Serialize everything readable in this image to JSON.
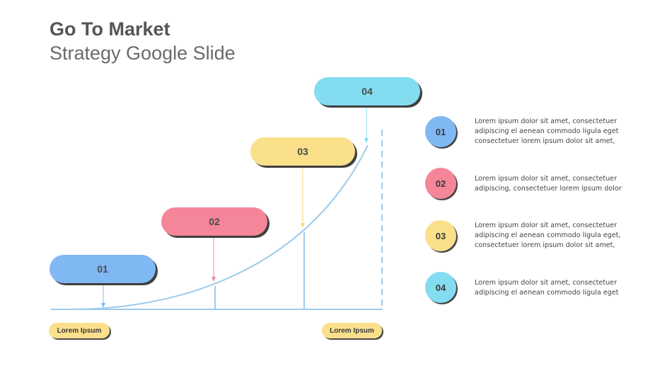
{
  "title": {
    "bold": "Go To Market",
    "light": "Strategy Google Slide"
  },
  "colors": {
    "blue": "#7fb8f3",
    "pink": "#f5869a",
    "yellow": "#fbe08c",
    "cyan": "#84dcf0",
    "line": "#9ccbec"
  },
  "steps": [
    {
      "label": "01",
      "color": "#7fb8f3"
    },
    {
      "label": "02",
      "color": "#f5869a"
    },
    {
      "label": "03",
      "color": "#fbe08c"
    },
    {
      "label": "04",
      "color": "#84dcf0"
    }
  ],
  "axis_tags": {
    "left": "Lorem Ipsum",
    "right": "Lorem Ipsum"
  },
  "legend": [
    {
      "num": "01",
      "text": "Lorem ipsum dolor sit amet, consectetuer\nadipiscing el aenean commodo ligula eget\nconsectetuer lorem ipsum dolor sit amet,"
    },
    {
      "num": "02",
      "text": "Lorem ipsum dolor sit amet, consectetuer\nadipiscing, consectetuer lorem ipsum dolor"
    },
    {
      "num": "03",
      "text": "Lorem ipsum dolor sit amet, consectetuer\nadipiscing el aenean commodo ligula eget,\nconsectetuer lorem ipsum dolor sit amet,"
    },
    {
      "num": "04",
      "text": "Lorem ipsum dolor sit amet, consectetuer\nadipiscing el aenean commodo ligula eget"
    }
  ]
}
